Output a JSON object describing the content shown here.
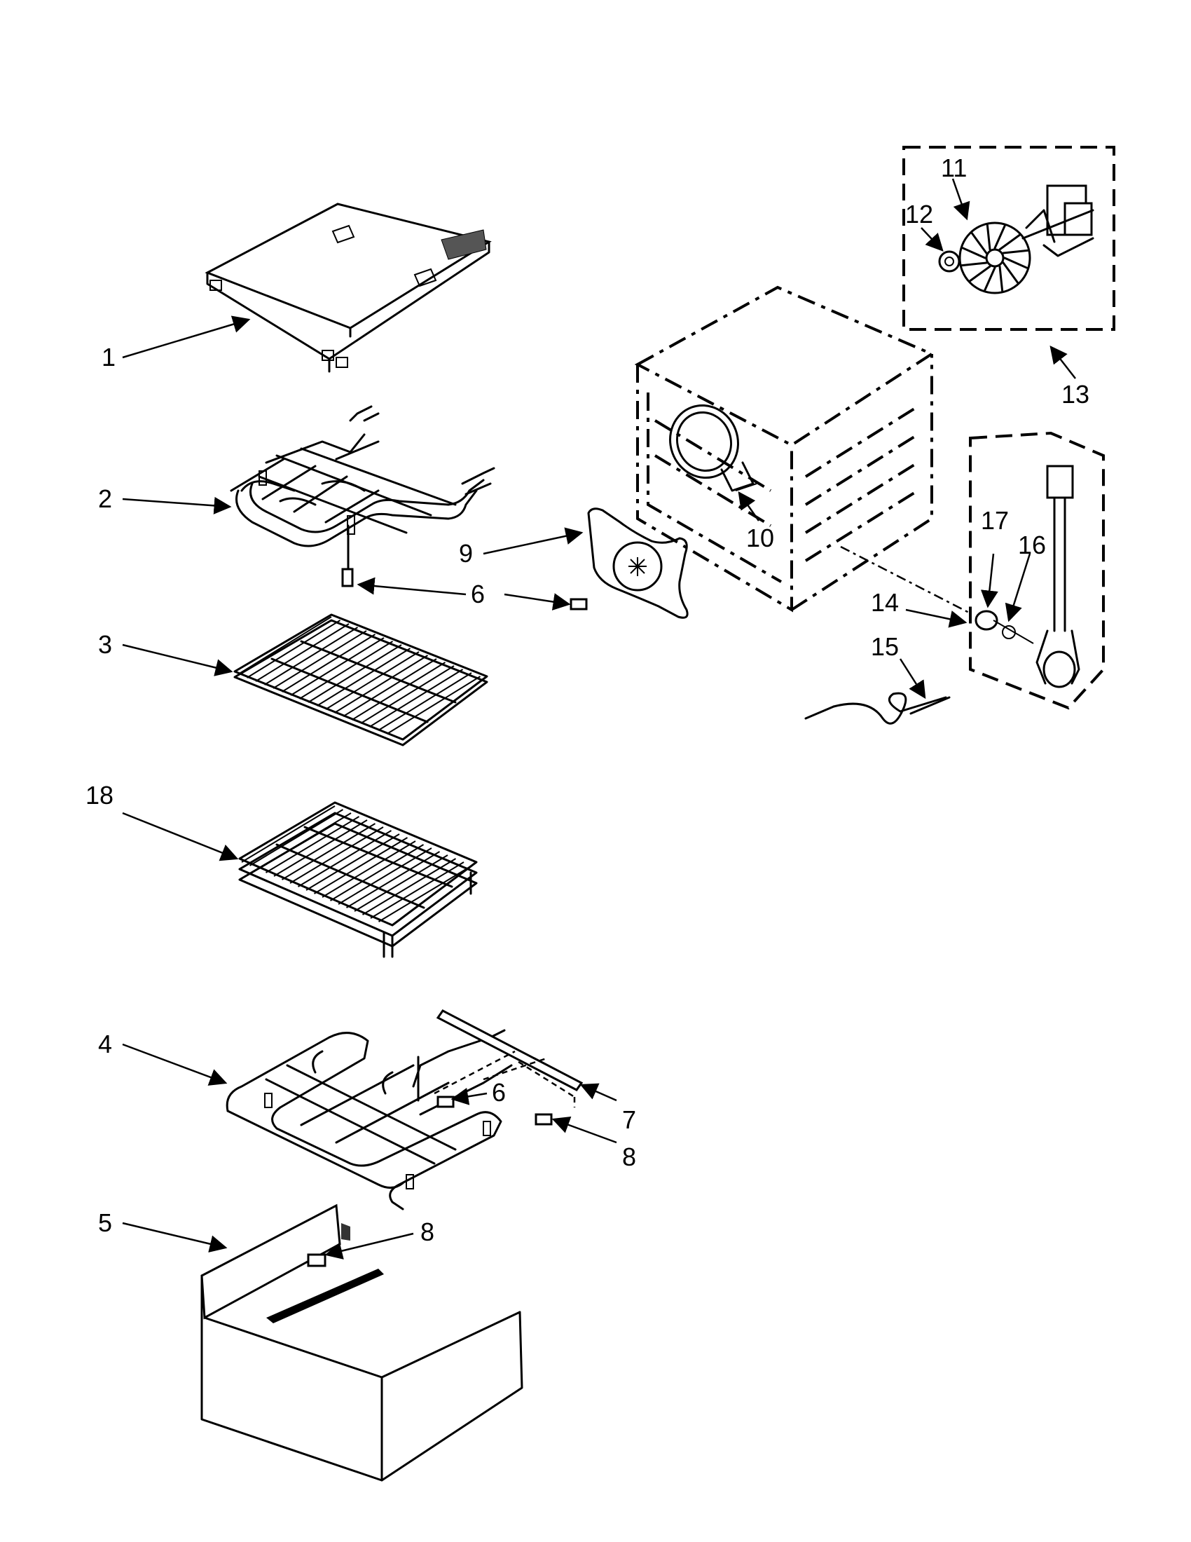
{
  "callouts": [
    {
      "id": "1",
      "part": "top-panel"
    },
    {
      "id": "2",
      "part": "broil-element"
    },
    {
      "id": "3",
      "part": "oven-rack"
    },
    {
      "id": "18",
      "part": "sliding-rack"
    },
    {
      "id": "4",
      "part": "bake-element"
    },
    {
      "id": "5",
      "part": "bottom-cover"
    },
    {
      "id": "6",
      "part": "screw"
    },
    {
      "id": "6",
      "part": "screw"
    },
    {
      "id": "6",
      "part": "screw"
    },
    {
      "id": "7",
      "part": "bracket"
    },
    {
      "id": "8",
      "part": "screw"
    },
    {
      "id": "8",
      "part": "screw"
    },
    {
      "id": "9",
      "part": "fan-cover"
    },
    {
      "id": "10",
      "part": "convection-element"
    },
    {
      "id": "11",
      "part": "fan-blade"
    },
    {
      "id": "12",
      "part": "nut"
    },
    {
      "id": "13",
      "part": "convection-motor-assembly"
    },
    {
      "id": "14",
      "part": "nut"
    },
    {
      "id": "15",
      "part": "meat-probe"
    },
    {
      "id": "16",
      "part": "washer"
    },
    {
      "id": "17",
      "part": "nut"
    }
  ]
}
